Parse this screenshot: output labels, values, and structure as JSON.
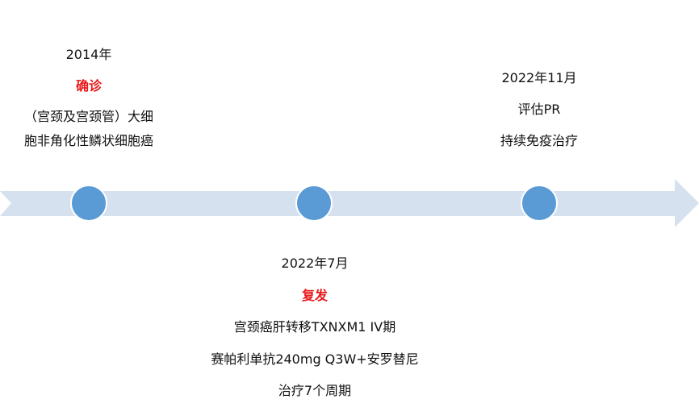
{
  "colors": {
    "arrow": "#d6e1f0",
    "node": "#5b9bd5",
    "highlight": "#e8191c"
  },
  "events": [
    {
      "date": "2014年",
      "status": "确诊",
      "details": [
        "（宫颈及宫颈管）大细",
        "胞非角化性鳞状细胞癌"
      ]
    },
    {
      "date": "2022年7月",
      "status": "复发",
      "details": [
        "宫颈癌肝转移TXNXM1  IV期",
        "赛帕利单抗240mg Q3W+安罗替尼",
        "治疗7个周期"
      ]
    },
    {
      "date": "2022年11月",
      "details": [
        "评估PR",
        "持续免疫治疗"
      ]
    }
  ]
}
